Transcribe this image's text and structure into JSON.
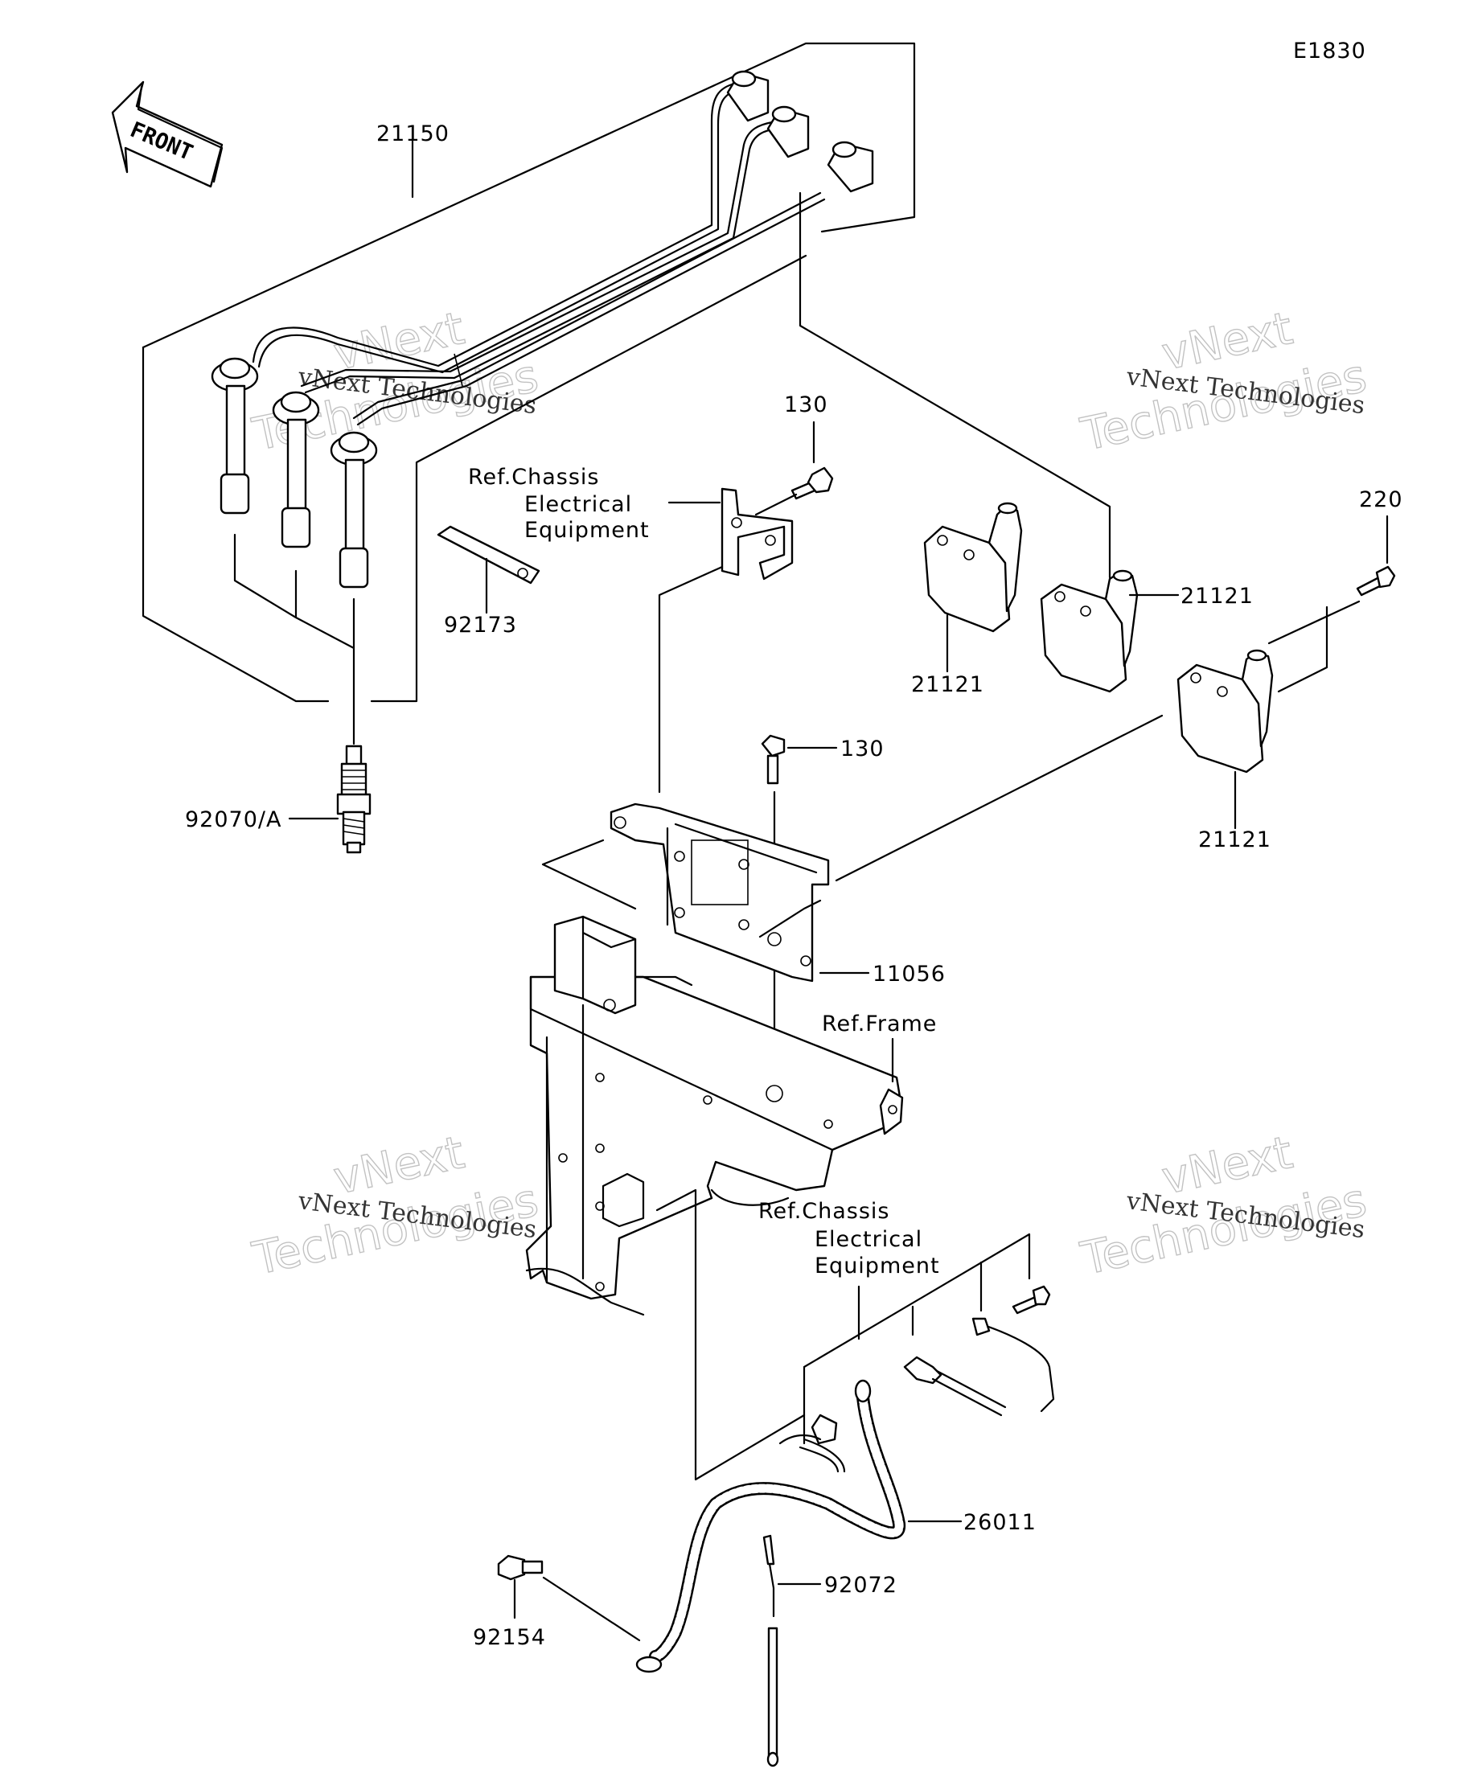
{
  "diagram_code": "E1830",
  "direction_arrow": "FRONT",
  "callouts": {
    "ignition_cords": "21150",
    "bolt_upper": "130",
    "bolt_lower": "130",
    "bolt_coil": "220",
    "coil_left": "21121",
    "coil_middle": "21121",
    "coil_right": "21121",
    "clamp": "92173",
    "spark_plug": "92070/A",
    "bracket": "11056",
    "lead_battery": "26011",
    "band": "92072",
    "bolt_lead": "92154"
  },
  "references": {
    "chassis_upper": [
      "Ref.Chassis",
      "Electrical",
      "Equipment"
    ],
    "frame": "Ref.Frame",
    "chassis_lower": [
      "Ref.Chassis",
      "Electrical",
      "Equipment"
    ]
  },
  "watermark": {
    "line1": "vNext Technologies",
    "big1": "vNext",
    "big2": "Technologies"
  }
}
